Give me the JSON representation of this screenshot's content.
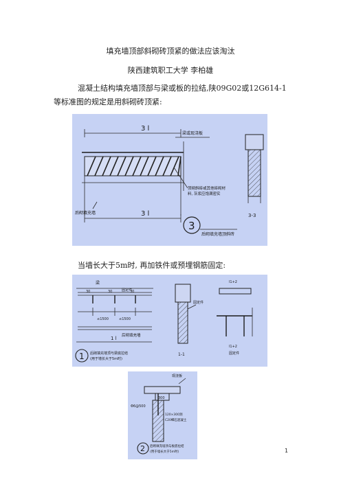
{
  "doc": {
    "title": "填充墙顶部斜砌砖顶紧的做法应该淘汰",
    "subtitle": "陕西建筑职工大学    李柏雄",
    "para1_line1": "混凝土结构填充墙顶部与梁或板的拉结,陕09G02或12G614-1",
    "para1_line2": "等标准图的规定是用斜砌砖顶紧:",
    "para2": "当墙长大于5m时, 再加铁件或预埋钢筋固定:",
    "page_number": "1"
  },
  "figure1": {
    "dim_top": "3 l",
    "dim_bottom": "3 l",
    "label_beam": "梁或现浇板",
    "label_note_1": "顶砌斜砖或其他砖砌材",
    "label_note_2": "料, 灰浆应饱满密实",
    "label_wall": "后砌填充墙",
    "detail_number": "3",
    "detail_caption": "后砌填充墙顶斜砖",
    "section_label": "3-3"
  },
  "figure2": {
    "label_beam": "梁",
    "label_iron": "固定件",
    "label_wall": "后砌填充墙",
    "dim_1500_a": "≤1500",
    "dim_1500_b": "≤1500",
    "dim_30a": "30",
    "dim_30b": "30",
    "dim_30c": "30",
    "dim_bottom": "1 l",
    "detail_number": "1",
    "detail_caption_1": "后砌填充墙顶与梁底拉结",
    "detail_caption_2": "(用于墙长大于5m时)",
    "section_label": "1-1",
    "label_iron_2": "固定件",
    "label_iron_3": "固定件",
    "dim_top_right": "l1+2",
    "dim_bot_right": "l1+2"
  },
  "figure3": {
    "label_beam": "现浇板",
    "dim_300": "300",
    "label_bar": "Φ6@500",
    "label_embed_1": "120×300洞",
    "label_embed_2": "C20细石混凝土",
    "detail_number": "2",
    "detail_caption_1": "后砌填充墙顶与板底拉结",
    "detail_caption_2": "(用于墙长大于5m时)"
  }
}
